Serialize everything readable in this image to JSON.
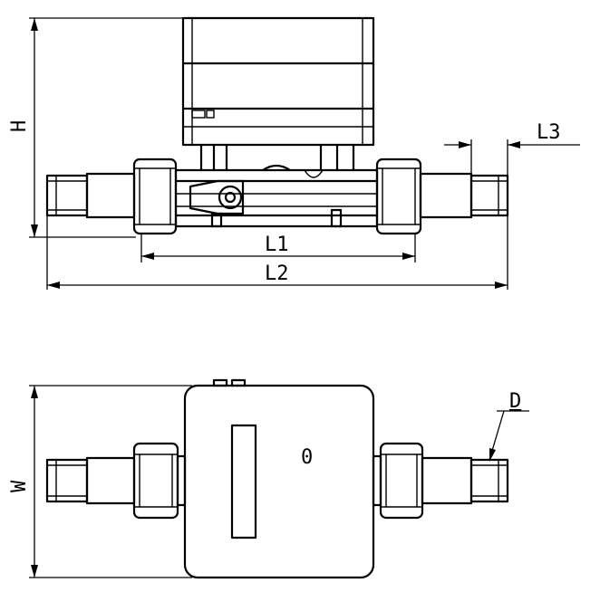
{
  "labels": {
    "H": "H",
    "L1": "L1",
    "L2": "L2",
    "L3": "L3",
    "W": "W",
    "D": "D",
    "display_digit": "0"
  },
  "colors": {
    "stroke": "#000000",
    "background": "#ffffff"
  }
}
